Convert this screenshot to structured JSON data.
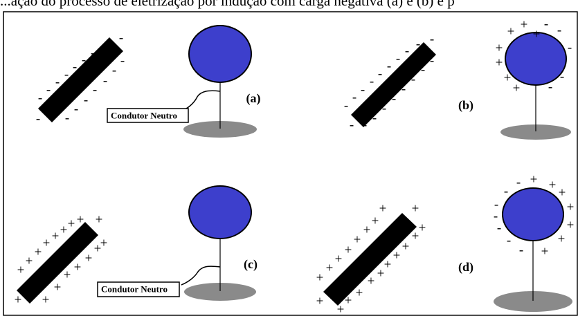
{
  "caption": "...ação do processo de eletrização por indução com carga negativa (a) e (b) e p",
  "connector_label": "Condutor Neutro",
  "panels": [
    {
      "label": "(a)",
      "rod_signs": "-",
      "sphere_charges": []
    },
    {
      "label": "(b)",
      "rod_signs": "-",
      "sphere_charges": [
        "+",
        "+",
        "+",
        "+",
        "+",
        "+",
        "+",
        "-",
        "-",
        "-",
        "-",
        "-"
      ]
    },
    {
      "label": "(c)",
      "rod_signs": "+",
      "sphere_charges": []
    },
    {
      "label": "(d)",
      "rod_signs": "+",
      "sphere_charges": [
        "+",
        "+",
        "+",
        "+",
        "+",
        "+",
        "+",
        "-",
        "-",
        "-",
        "-",
        "-",
        "-",
        "-"
      ]
    }
  ],
  "colors": {
    "sphere": "#3D3FCC",
    "base": "#8A8A8A",
    "rod": "#000000"
  }
}
